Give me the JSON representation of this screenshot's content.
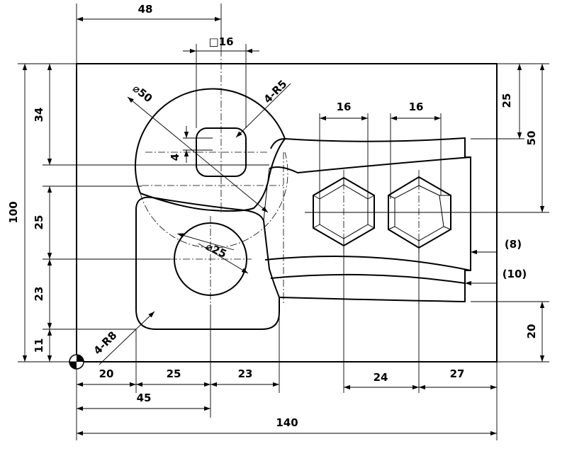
{
  "dimensions": {
    "top_48": "48",
    "square_16": "□16",
    "circle_50": "⌀50",
    "radius_4r5": "4-R5",
    "left_34": "34",
    "left_100": "100",
    "left_25": "25",
    "left_23": "23",
    "left_11": "11",
    "small_4": "4",
    "circle_25": "⌀25",
    "radius_4r8": "4-R8",
    "hex_16_a": "16",
    "hex_16_b": "16",
    "right_25": "25",
    "right_50": "50",
    "right_8": "(8)",
    "right_10": "(10)",
    "right_20": "20",
    "bottom_20": "20",
    "bottom_25": "25",
    "bottom_23": "23",
    "bottom_45": "45",
    "bottom_24": "24",
    "bottom_27": "27",
    "bottom_140": "140"
  }
}
